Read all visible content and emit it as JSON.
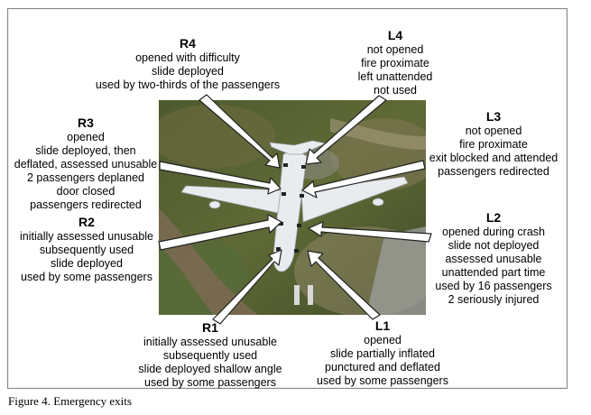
{
  "exits": {
    "R4": {
      "title": "R4",
      "lines": [
        "opened with difficulty",
        "slide deployed",
        "used by two-thirds of the passengers"
      ]
    },
    "L4": {
      "title": "L4",
      "lines": [
        "not opened",
        "fire proximate",
        "left unattended",
        "not used"
      ]
    },
    "R3": {
      "title": "R3",
      "lines": [
        "opened",
        "slide deployed, then",
        "deflated, assessed unusable",
        "2 passengers deplaned",
        "door closed",
        "passengers redirected"
      ]
    },
    "L3": {
      "title": "L3",
      "lines": [
        "not opened",
        "fire proximate",
        "exit blocked and attended",
        "passengers redirected"
      ]
    },
    "R2": {
      "title": "R2",
      "lines": [
        "initially assessed unusable",
        "subsequently used",
        "slide deployed",
        "used by some passengers"
      ]
    },
    "L2": {
      "title": "L2",
      "lines": [
        "opened during crash",
        "slide not deployed",
        "assessed unusable",
        "unattended part time",
        "used by 16 passengers",
        "2 seriously injured"
      ]
    },
    "R1": {
      "title": "R1",
      "lines": [
        "initially assessed unusable",
        "subsequently used",
        "slide deployed shallow angle",
        "used by some passengers"
      ]
    },
    "L1": {
      "title": "L1",
      "lines": [
        "opened",
        "slide partially inflated",
        "punctured and deflated",
        "used by some passengers"
      ]
    }
  },
  "caption": "Figure 4. Emergency exits",
  "colors": {
    "arrow_fill": "#ffffff",
    "arrow_stroke": "#222222",
    "aircraft": "#e9ecef"
  }
}
